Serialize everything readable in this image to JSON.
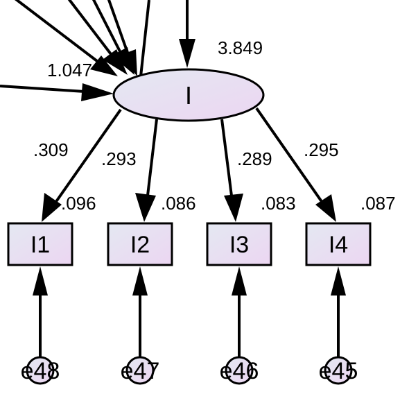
{
  "colors": {
    "fill_start": "#e4e8f2",
    "fill_end": "#ecd6f2",
    "stroke": "#000000",
    "background": "#ffffff"
  },
  "latent": {
    "label": "I",
    "variance": "3.849",
    "incoming_path_label": "1.047"
  },
  "indicators": [
    {
      "label": "I1",
      "loading": ".309",
      "r2": ".096",
      "error": "e48"
    },
    {
      "label": "I2",
      "loading": ".293",
      "r2": ".086",
      "error": "e47"
    },
    {
      "label": "I3",
      "loading": ".289",
      "r2": ".083",
      "error": "e46"
    },
    {
      "label": "I4",
      "loading": ".295",
      "r2": ".087",
      "error": "e45"
    }
  ]
}
